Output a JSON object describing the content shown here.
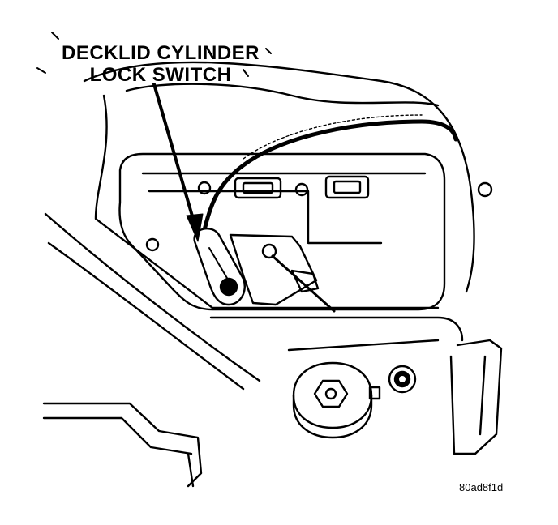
{
  "callout": {
    "line1": "DECKLID CYLINDER",
    "line2": "LOCK SWITCH"
  },
  "figure_id": "80ad8f1d",
  "icons": {
    "arrow": "leader-arrow-icon",
    "switch": "lock-switch",
    "bolt": "hex-bolt"
  }
}
